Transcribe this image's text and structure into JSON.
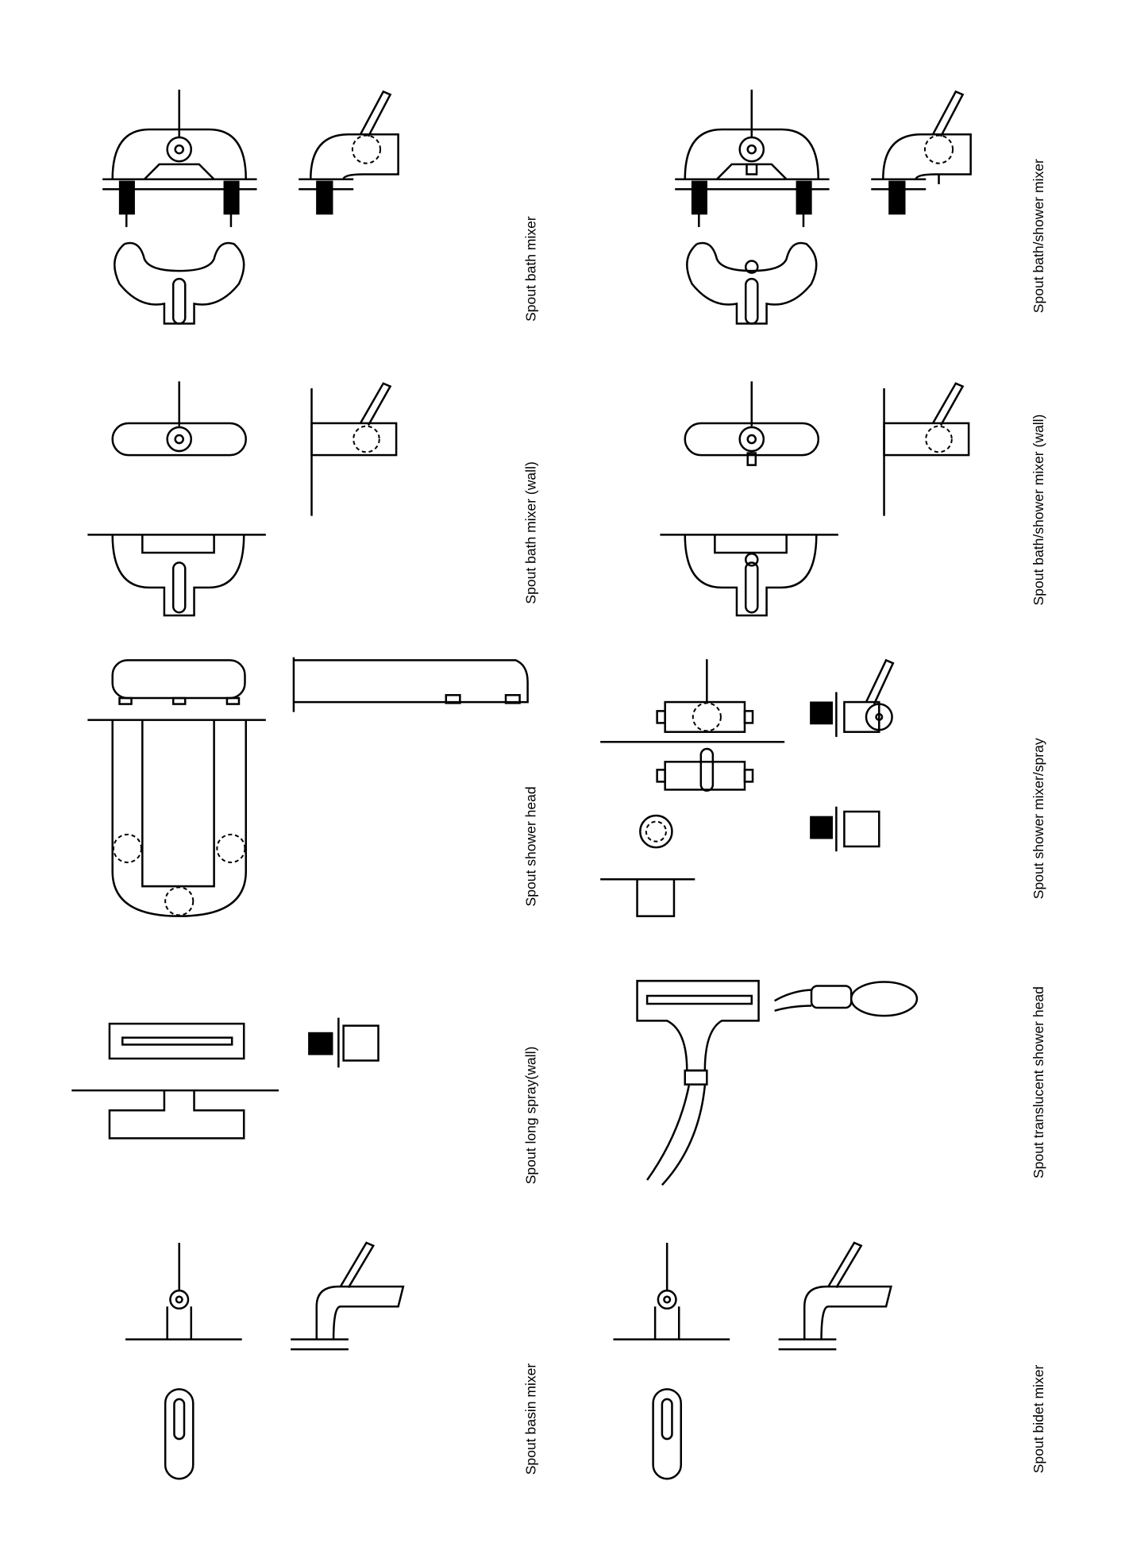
{
  "labels": {
    "bath_mixer": "Spout bath mixer",
    "bath_mixer_wall": "Spout bath mixer (wall)",
    "shower_head": "Spout shower head",
    "long_spray_wall": "Spout long spray(wall)",
    "basin_mixer": "Spout basin mixer",
    "bath_shower_mixer": "Spout bath/shower mixer",
    "bath_shower_mixer_wall": "Spout bath/shower mixer (wall)",
    "shower_mixer_spray": "Spout shower mixer/spray",
    "translucent_shower_head": "Spout translucent shower head",
    "bidet_mixer": "Spout bidet mixer"
  }
}
